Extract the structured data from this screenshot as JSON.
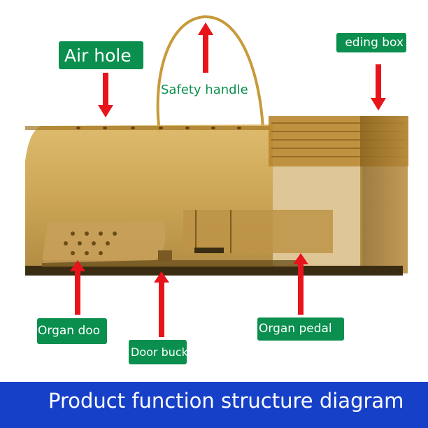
{
  "labels": {
    "air_hole": "Air hole",
    "safety_handle": "Safety handle",
    "feeding_box": "eding box",
    "organ_door": "Organ doo",
    "door_buckle": "Door buck",
    "organ_pedal": "Organ pedal"
  },
  "banner": {
    "title": "Product function structure diagram"
  },
  "colors": {
    "label_bg": "#0a8f4e",
    "arrow": "#e8141c",
    "banner_bg": "#1640c8",
    "trap_amber": "#b8862a"
  }
}
